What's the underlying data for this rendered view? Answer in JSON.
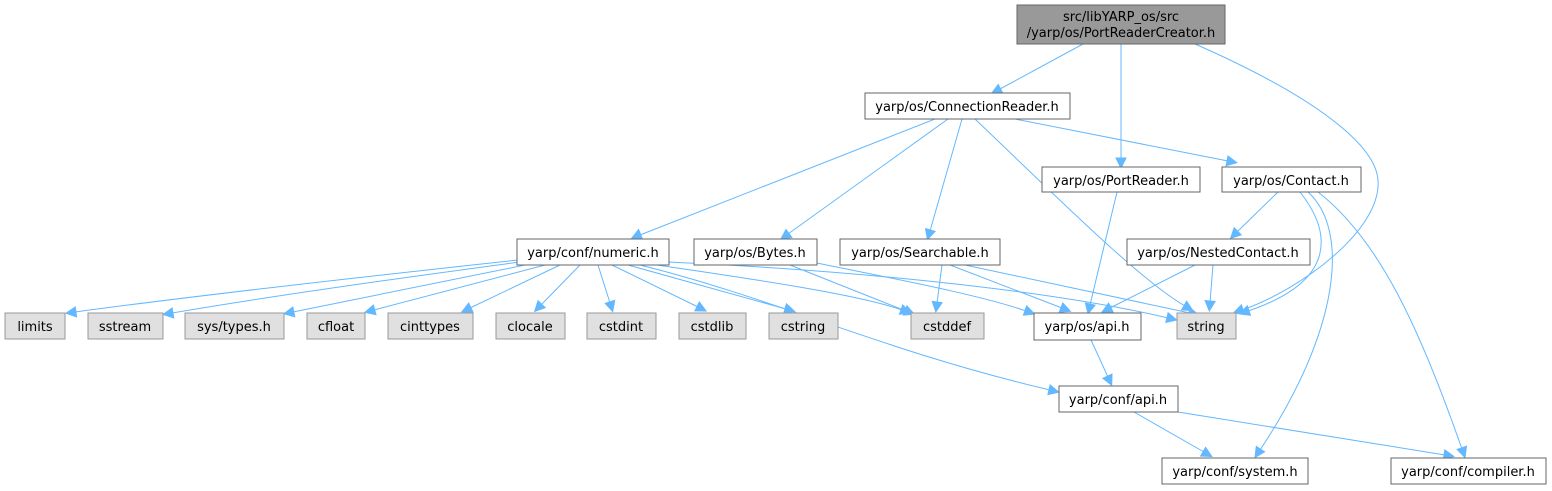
{
  "diagram": {
    "title": "src/libYARP_os/src/yarp/os/PortReaderCreator.h",
    "edge_color": "#63b8ff",
    "main_fill": "#999999",
    "system_fill": "#e0e0e0",
    "nodes": {
      "portreadercreator": {
        "label_line1": "src/libYARP_os/src",
        "label_line2": "/yarp/os/PortReaderCreator.h"
      },
      "connectionreader": {
        "label": "yarp/os/ConnectionReader.h"
      },
      "portreader": {
        "label": "yarp/os/PortReader.h"
      },
      "contact": {
        "label": "yarp/os/Contact.h"
      },
      "numeric": {
        "label": "yarp/conf/numeric.h"
      },
      "bytes": {
        "label": "yarp/os/Bytes.h"
      },
      "searchable": {
        "label": "yarp/os/Searchable.h"
      },
      "nestedcontact": {
        "label": "yarp/os/NestedContact.h"
      },
      "limits": {
        "label": "limits"
      },
      "sstream": {
        "label": "sstream"
      },
      "systypes": {
        "label": "sys/types.h"
      },
      "cfloat": {
        "label": "cfloat"
      },
      "cinttypes": {
        "label": "cinttypes"
      },
      "clocale": {
        "label": "clocale"
      },
      "cstdint": {
        "label": "cstdint"
      },
      "cstdlib": {
        "label": "cstdlib"
      },
      "cstring": {
        "label": "cstring"
      },
      "cstddef": {
        "label": "cstddef"
      },
      "osapi": {
        "label": "yarp/os/api.h"
      },
      "string": {
        "label": "string"
      },
      "confapi": {
        "label": "yarp/conf/api.h"
      },
      "system": {
        "label": "yarp/conf/system.h"
      },
      "compiler": {
        "label": "yarp/conf/compiler.h"
      }
    },
    "edges": [
      {
        "from": "portreadercreator",
        "to": "connectionreader"
      },
      {
        "from": "portreadercreator",
        "to": "portreader"
      },
      {
        "from": "portreadercreator",
        "to": "string"
      },
      {
        "from": "connectionreader",
        "to": "numeric"
      },
      {
        "from": "connectionreader",
        "to": "bytes"
      },
      {
        "from": "connectionreader",
        "to": "searchable"
      },
      {
        "from": "connectionreader",
        "to": "string"
      },
      {
        "from": "connectionreader",
        "to": "contact"
      },
      {
        "from": "portreader",
        "to": "osapi"
      },
      {
        "from": "contact",
        "to": "nestedcontact"
      },
      {
        "from": "contact",
        "to": "string"
      },
      {
        "from": "contact",
        "to": "system"
      },
      {
        "from": "contact",
        "to": "compiler"
      },
      {
        "from": "numeric",
        "to": "limits"
      },
      {
        "from": "numeric",
        "to": "sstream"
      },
      {
        "from": "numeric",
        "to": "systypes"
      },
      {
        "from": "numeric",
        "to": "cfloat"
      },
      {
        "from": "numeric",
        "to": "cinttypes"
      },
      {
        "from": "numeric",
        "to": "clocale"
      },
      {
        "from": "numeric",
        "to": "cstdint"
      },
      {
        "from": "numeric",
        "to": "cstdlib"
      },
      {
        "from": "numeric",
        "to": "cstring"
      },
      {
        "from": "numeric",
        "to": "cstddef"
      },
      {
        "from": "numeric",
        "to": "string"
      },
      {
        "from": "numeric",
        "to": "confapi"
      },
      {
        "from": "bytes",
        "to": "cstddef"
      },
      {
        "from": "bytes",
        "to": "osapi"
      },
      {
        "from": "searchable",
        "to": "cstddef"
      },
      {
        "from": "searchable",
        "to": "osapi"
      },
      {
        "from": "searchable",
        "to": "string"
      },
      {
        "from": "nestedcontact",
        "to": "osapi"
      },
      {
        "from": "nestedcontact",
        "to": "string"
      },
      {
        "from": "osapi",
        "to": "confapi"
      },
      {
        "from": "confapi",
        "to": "system"
      },
      {
        "from": "confapi",
        "to": "compiler"
      }
    ]
  }
}
